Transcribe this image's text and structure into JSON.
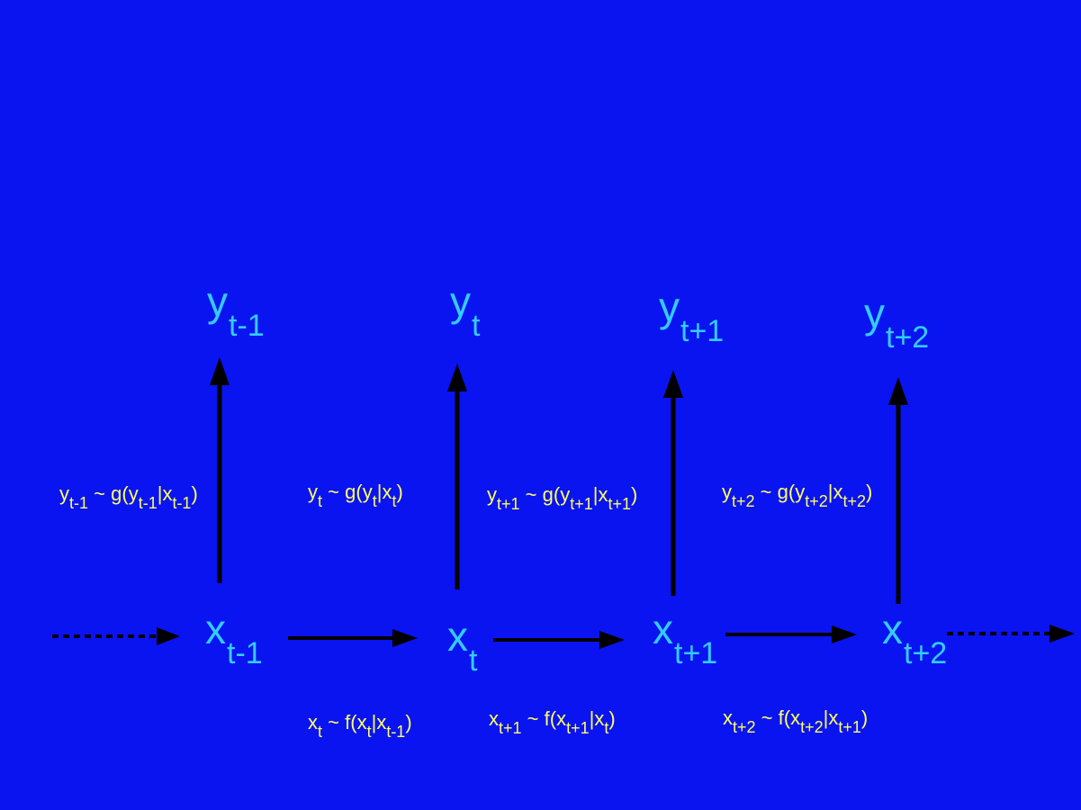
{
  "colors": {
    "background": "#0a14f0",
    "node_text": "#33ccff",
    "equation_text": "#ffff66",
    "arrows": "#000000"
  },
  "observed_nodes": [
    {
      "base": "y",
      "sub": "t-1"
    },
    {
      "base": "y",
      "sub": "t"
    },
    {
      "base": "y",
      "sub": "t+1"
    },
    {
      "base": "y",
      "sub": "t+2"
    }
  ],
  "hidden_nodes": [
    {
      "base": "x",
      "sub": "t-1"
    },
    {
      "base": "x",
      "sub": "t"
    },
    {
      "base": "x",
      "sub": "t+1"
    },
    {
      "base": "x",
      "sub": "t+2"
    }
  ],
  "emission_equations": [
    {
      "lhs_base": "y",
      "lhs_sub": "t-1",
      "fn": "g",
      "a_base": "y",
      "a_sub": "t-1",
      "b_base": "x",
      "b_sub": "t-1"
    },
    {
      "lhs_base": "y",
      "lhs_sub": "t",
      "fn": "g",
      "a_base": "y",
      "a_sub": "t",
      "b_base": "x",
      "b_sub": "t"
    },
    {
      "lhs_base": "y",
      "lhs_sub": "t+1",
      "fn": "g",
      "a_base": "y",
      "a_sub": "t+1",
      "b_base": "x",
      "b_sub": "t+1"
    },
    {
      "lhs_base": "y",
      "lhs_sub": "t+2",
      "fn": "g",
      "a_base": "y",
      "a_sub": "t+2",
      "b_base": "x",
      "b_sub": "t+2"
    }
  ],
  "transition_equations": [
    {
      "lhs_base": "x",
      "lhs_sub": "t",
      "fn": "f",
      "a_base": "x",
      "a_sub": "t",
      "b_base": "x",
      "b_sub": "t-1"
    },
    {
      "lhs_base": "x",
      "lhs_sub": "t+1",
      "fn": "f",
      "a_base": "x",
      "a_sub": "t+1",
      "b_base": "x",
      "b_sub": "t"
    },
    {
      "lhs_base": "x",
      "lhs_sub": "t+2",
      "fn": "f",
      "a_base": "x",
      "a_sub": "t+2",
      "b_base": "x",
      "b_sub": "t+1"
    }
  ],
  "equation_symbols": {
    "tilde": "~",
    "open": "(",
    "bar": "|",
    "close": ")"
  }
}
